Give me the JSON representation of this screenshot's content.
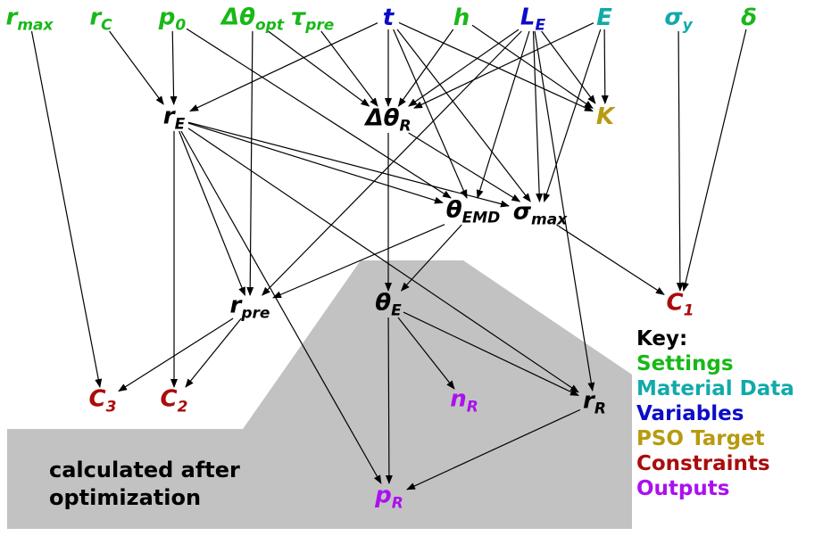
{
  "colors": {
    "settings": "#18b818",
    "material": "#11aaaa",
    "variables": "#0c0cc8",
    "target": "#b89a10",
    "constraints": "#aa0c0c",
    "outputs": "#aa11ee",
    "intermediate": "#000000",
    "region": "#c2c2c2"
  },
  "region_label": {
    "line1": "calculated after",
    "line2": "optimization"
  },
  "key": {
    "title": "Key:",
    "settings": "Settings",
    "material": "Material Data",
    "variables": "Variables",
    "target": "PSO Target",
    "constraints": "Constraints",
    "outputs": "Outputs"
  },
  "nodes": {
    "r_max": {
      "sym": "r",
      "sub": "max",
      "category": "settings"
    },
    "r_C": {
      "sym": "r",
      "sub": "C",
      "category": "settings"
    },
    "p_0": {
      "sym": "p",
      "sub": "0",
      "category": "settings"
    },
    "dth_opt": {
      "sym": "Δθ",
      "sub": "opt",
      "category": "settings"
    },
    "tau_pre": {
      "sym": "τ",
      "sub": "pre",
      "category": "settings"
    },
    "t": {
      "sym": "t",
      "sub": "",
      "category": "variables"
    },
    "h": {
      "sym": "h",
      "sub": "",
      "category": "settings"
    },
    "L_E": {
      "sym": "L",
      "sub": "E",
      "category": "variables"
    },
    "E": {
      "sym": "E",
      "sub": "",
      "category": "material"
    },
    "sigma_y": {
      "sym": "σ",
      "sub": "y",
      "category": "material"
    },
    "delta": {
      "sym": "δ",
      "sub": "",
      "category": "settings"
    },
    "r_E": {
      "sym": "r",
      "sub": "E",
      "category": "intermediate"
    },
    "dth_R": {
      "sym": "Δθ",
      "sub": "R",
      "category": "intermediate"
    },
    "K": {
      "sym": "K",
      "sub": "",
      "category": "target"
    },
    "th_EMD": {
      "sym": "θ",
      "sub": "EMD",
      "category": "intermediate"
    },
    "s_max": {
      "sym": "σ",
      "sub": "max",
      "category": "intermediate"
    },
    "r_pre": {
      "sym": "r",
      "sub": "pre",
      "category": "intermediate"
    },
    "th_E": {
      "sym": "θ",
      "sub": "E",
      "category": "intermediate"
    },
    "C1": {
      "sym": "C",
      "sub": "1",
      "category": "constraints"
    },
    "C3": {
      "sym": "C",
      "sub": "3",
      "category": "constraints"
    },
    "C2": {
      "sym": "C",
      "sub": "2",
      "category": "constraints"
    },
    "n_R": {
      "sym": "n",
      "sub": "R",
      "category": "outputs"
    },
    "r_R": {
      "sym": "r",
      "sub": "R",
      "category": "intermediate"
    },
    "p_R": {
      "sym": "p",
      "sub": "R",
      "category": "outputs"
    }
  },
  "edges": [
    [
      "r_max",
      "C3"
    ],
    [
      "r_C",
      "r_E"
    ],
    [
      "p_0",
      "r_E"
    ],
    [
      "p_0",
      "th_EMD"
    ],
    [
      "dth_opt",
      "dth_R"
    ],
    [
      "dth_opt",
      "r_pre"
    ],
    [
      "tau_pre",
      "dth_R"
    ],
    [
      "t",
      "r_E"
    ],
    [
      "t",
      "dth_R"
    ],
    [
      "t",
      "th_EMD"
    ],
    [
      "t",
      "s_max"
    ],
    [
      "t",
      "K"
    ],
    [
      "h",
      "dth_R"
    ],
    [
      "h",
      "K"
    ],
    [
      "L_E",
      "dth_R"
    ],
    [
      "L_E",
      "th_EMD"
    ],
    [
      "L_E",
      "s_max"
    ],
    [
      "L_E",
      "K"
    ],
    [
      "L_E",
      "r_pre"
    ],
    [
      "L_E",
      "r_R"
    ],
    [
      "E",
      "dth_R"
    ],
    [
      "E",
      "K"
    ],
    [
      "E",
      "s_max"
    ],
    [
      "sigma_y",
      "C1"
    ],
    [
      "delta",
      "C1"
    ],
    [
      "r_E",
      "th_EMD"
    ],
    [
      "r_E",
      "s_max"
    ],
    [
      "r_E",
      "r_pre"
    ],
    [
      "r_E",
      "C2"
    ],
    [
      "r_E",
      "p_R"
    ],
    [
      "r_E",
      "r_R"
    ],
    [
      "dth_R",
      "th_E"
    ],
    [
      "dth_R",
      "s_max"
    ],
    [
      "th_EMD",
      "r_pre"
    ],
    [
      "th_EMD",
      "th_E"
    ],
    [
      "s_max",
      "C1"
    ],
    [
      "r_pre",
      "C3"
    ],
    [
      "r_pre",
      "C2"
    ],
    [
      "th_E",
      "n_R"
    ],
    [
      "th_E",
      "p_R"
    ],
    [
      "th_E",
      "r_R"
    ],
    [
      "r_R",
      "p_R"
    ]
  ]
}
